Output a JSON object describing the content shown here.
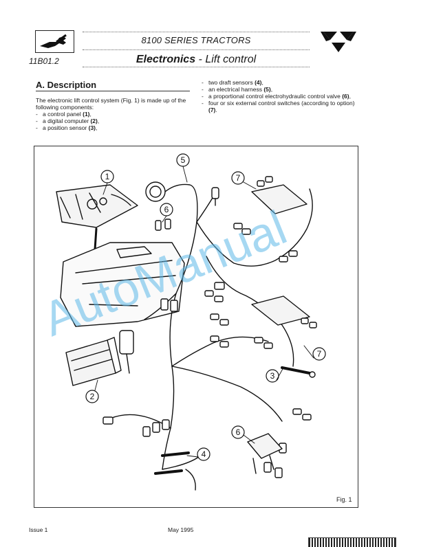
{
  "header": {
    "section_code": "11B01.2",
    "series_title": "8100 SERIES TRACTORS",
    "title_bold": "Electronics",
    "title_rest": " - Lift control"
  },
  "logos": {
    "left_icon": "wrench-hand-icon",
    "right_icon": "triple-triangle-brand-icon"
  },
  "description": {
    "heading": "A. Description",
    "intro": "The electronic lift control system (Fig. 1) is made up of the following components:",
    "items_left": [
      {
        "text": "a control panel ",
        "ref": "(1)",
        "end": ","
      },
      {
        "text": "a digital computer ",
        "ref": "(2)",
        "end": ","
      },
      {
        "text": "a position sensor ",
        "ref": "(3)",
        "end": ","
      }
    ],
    "items_right": [
      {
        "text": "two draft sensors ",
        "ref": "(4)",
        "end": ","
      },
      {
        "text": "an electrical harness ",
        "ref": "(5)",
        "end": ","
      },
      {
        "text": "a proportional control electrohydraulic control valve ",
        "ref": "(6)",
        "end": ","
      },
      {
        "text": "four or six external control switches (according to option) ",
        "ref": "(7)",
        "end": "."
      }
    ]
  },
  "figure": {
    "label": "Fig. 1",
    "callouts": [
      "1",
      "2",
      "3",
      "4",
      "5",
      "6",
      "6",
      "7",
      "7"
    ]
  },
  "watermark": "AutoManual",
  "footer": {
    "issue": "Issue 1",
    "date": "May 1995"
  },
  "colors": {
    "watermark": "#5cb8e8",
    "ink": "#1a1a1a"
  }
}
